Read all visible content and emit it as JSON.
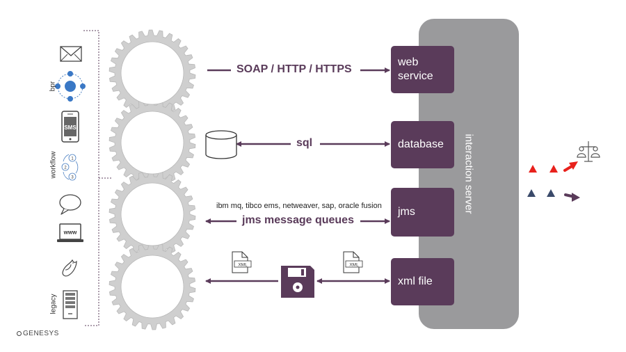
{
  "server": {
    "label": "interaction server"
  },
  "nodes": [
    {
      "label": "web\nservice"
    },
    {
      "label": "database"
    },
    {
      "label": "jms"
    },
    {
      "label": "xml file"
    }
  ],
  "connections": {
    "soap": "SOAP / HTTP / HTTPS",
    "sql": "sql",
    "jms_vendors": "ibm mq, tibco ems, netweaver, sap, oracle fusion",
    "jms": "jms message queues"
  },
  "channels": [
    {
      "icon": "envelope-icon"
    },
    {
      "icon": "bpr-network-icon",
      "label": "bpr"
    },
    {
      "icon": "sms-phone-icon",
      "text": "SMS"
    },
    {
      "icon": "workflow-icon",
      "label": "workflow",
      "steps": [
        "1",
        "2",
        "3"
      ]
    },
    {
      "icon": "chat-bubble-icon"
    },
    {
      "icon": "www-laptop-icon",
      "text": "www"
    },
    {
      "icon": "bird-icon"
    },
    {
      "icon": "legacy-server-icon",
      "label": "legacy"
    }
  ],
  "file_badge": "XML",
  "logo": "GENESYS",
  "colors": {
    "accent": "#5a3b5a",
    "server": "#9a9a9c",
    "gear": "#cfcfcf",
    "red": "#e8211c",
    "navy": "#3a4a6a"
  }
}
